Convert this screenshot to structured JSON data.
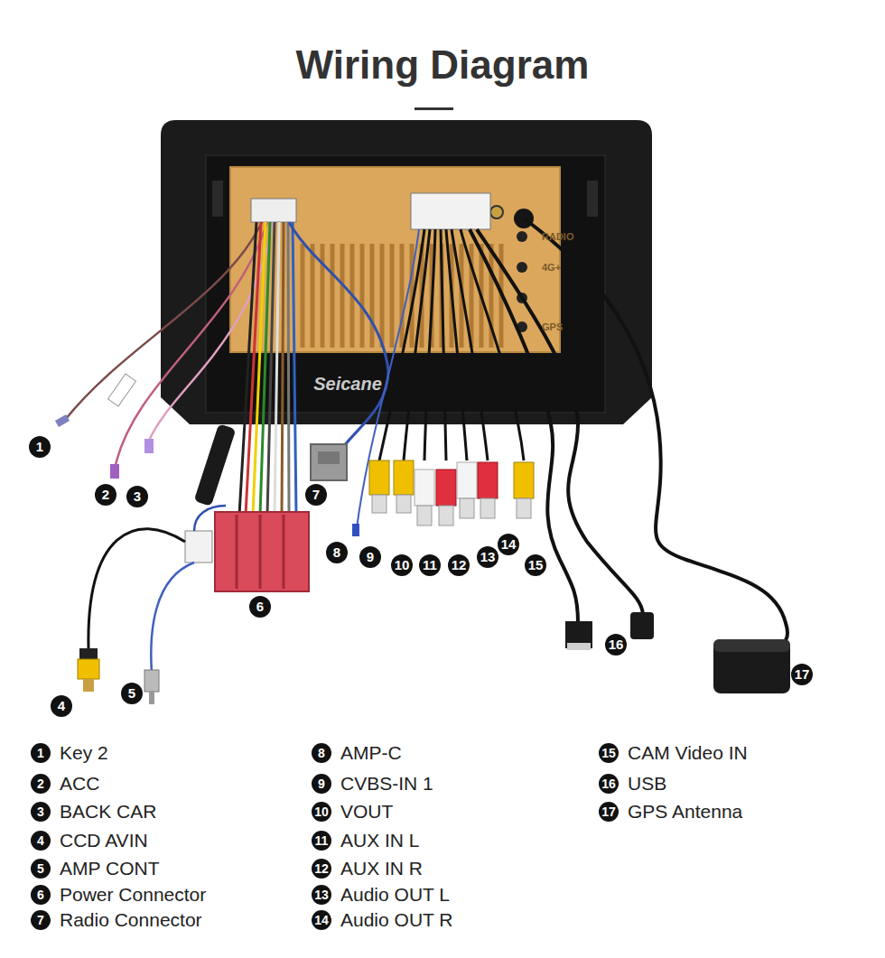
{
  "diagram": {
    "title": "Wiring Diagram",
    "labels": [
      "1",
      "2",
      "3",
      "4",
      "5",
      "6",
      "7",
      "8",
      "9",
      "10",
      "11",
      "12",
      "13",
      "14",
      "15",
      "16",
      "17",
      "1",
      "Key 2",
      "2",
      "ACC",
      "3",
      "BACK CAR",
      "4",
      "CCD AVIN",
      "5",
      "AMP CONT",
      "6",
      "Power Connector",
      "7",
      "Radio Connector",
      "8",
      "AMP-C",
      "9",
      "CVBS-IN 1",
      "10",
      "VOUT",
      "11",
      "AUX IN L",
      "12",
      "AUX IN R",
      "13",
      "Audio OUT L",
      "14",
      "Audio OUT R",
      "15",
      "CAM Video IN",
      "16",
      "USB",
      "17",
      "GPS Antenna",
      "RADIO",
      "4G+",
      "GPS",
      "Seicane"
    ]
  }
}
